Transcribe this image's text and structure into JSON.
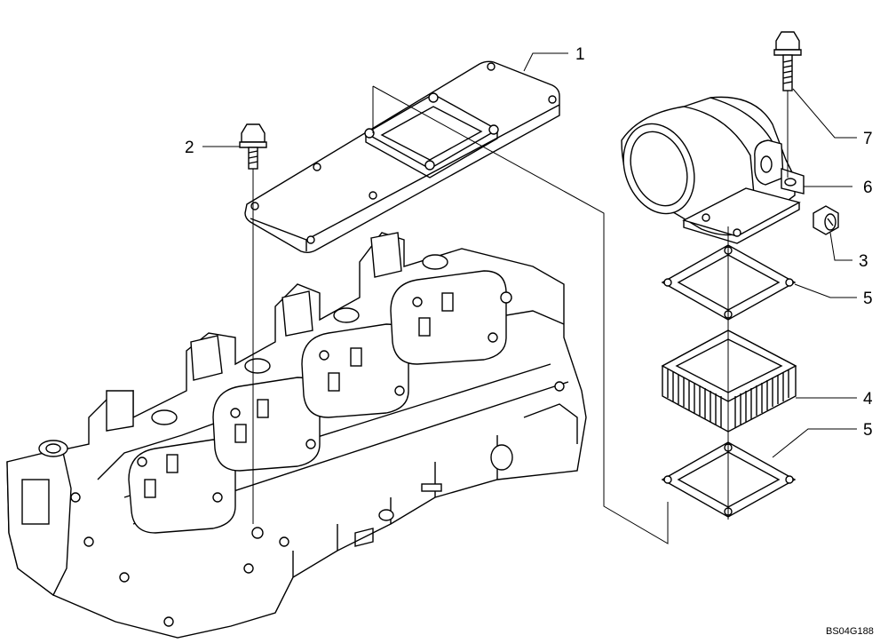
{
  "diagram": {
    "drawing_code": "BS04G188",
    "callouts": [
      {
        "id": "callout-1",
        "number": "1"
      },
      {
        "id": "callout-2",
        "number": "2"
      },
      {
        "id": "callout-3",
        "number": "3"
      },
      {
        "id": "callout-4",
        "number": "4"
      },
      {
        "id": "callout-5a",
        "number": "5"
      },
      {
        "id": "callout-5b",
        "number": "5"
      },
      {
        "id": "callout-6",
        "number": "6"
      },
      {
        "id": "callout-7",
        "number": "7"
      }
    ]
  }
}
